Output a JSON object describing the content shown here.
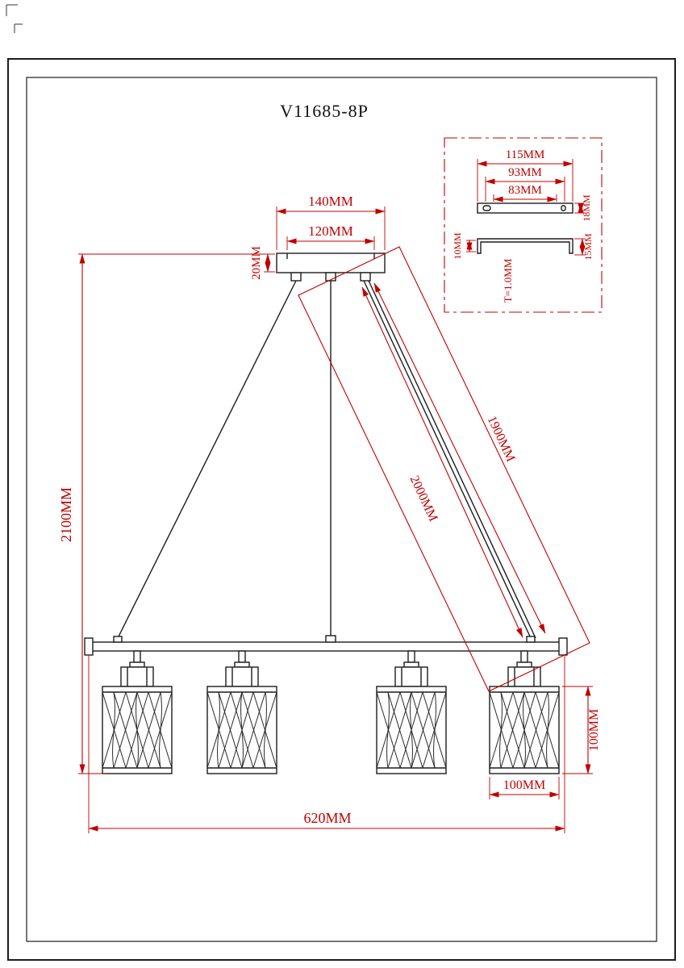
{
  "title": "V11685-8P",
  "colors": {
    "outline": "#1c1c1c",
    "dimension": "#c00000",
    "background": "#ffffff"
  },
  "main_view": {
    "canopy_width": "140MM",
    "canopy_inner_width": "120MM",
    "canopy_height": "20MM",
    "overall_height": "2100MM",
    "cable_length_a": "2000MM",
    "cable_length_b": "1900MM",
    "overall_width": "620MM",
    "shade_width": "100MM",
    "shade_height": "100MM"
  },
  "detail_view": {
    "bracket_width": "115MM",
    "hole_spacing": "93MM",
    "slot_spacing": "83MM",
    "bracket_depth": "18MM",
    "channel_height": "10MM",
    "flange_height": "15MM",
    "material_thickness": "T=1.0MM"
  }
}
